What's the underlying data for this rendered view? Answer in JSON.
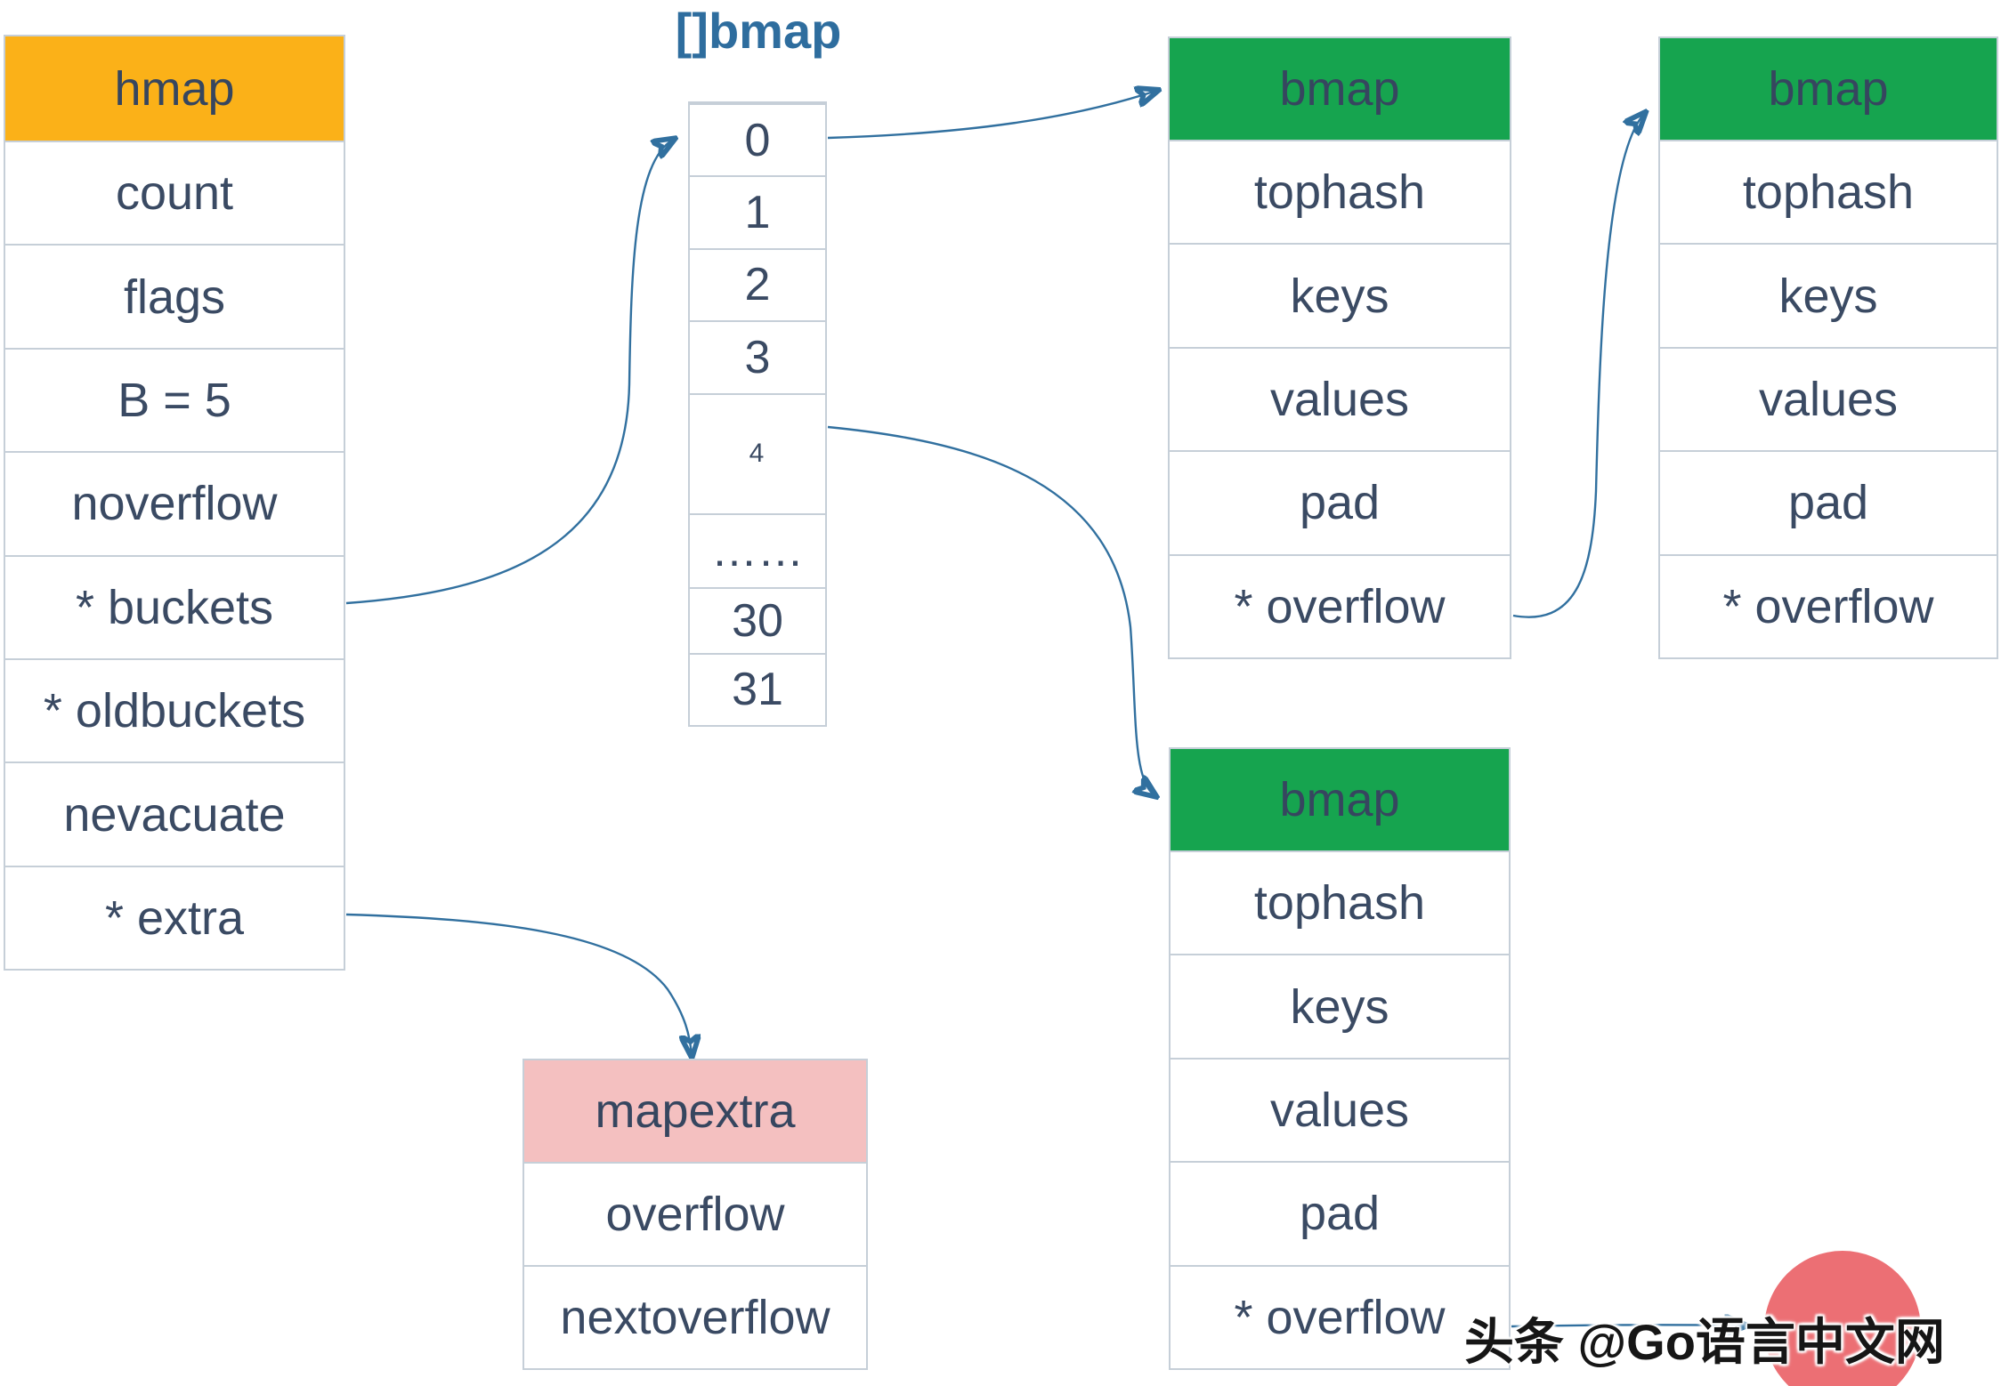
{
  "colors": {
    "orange_header": "#FBB118",
    "green_header": "#16A44F",
    "pink_header": "#F4C0C0",
    "title_blue": "#2E6D9E",
    "text_navy": "#3A4A63",
    "border_gray": "#C6CFD8",
    "arrow_blue": "#31709F",
    "watermark_red": "#EC6F74"
  },
  "array_title": "[]bmap",
  "tables": {
    "hmap": {
      "title": "hmap",
      "rows": [
        "count",
        "flags",
        "B = 5",
        "noverflow",
        "* buckets",
        "* oldbuckets",
        "nevacuate",
        "* extra"
      ]
    },
    "bucket_array": {
      "cells": [
        "0",
        "1",
        "2",
        "3",
        "4",
        "……",
        "30",
        "31"
      ]
    },
    "bmap1": {
      "title": "bmap",
      "rows": [
        "tophash",
        "keys",
        "values",
        "pad",
        "* overflow"
      ]
    },
    "bmap2": {
      "title": "bmap",
      "rows": [
        "tophash",
        "keys",
        "values",
        "pad",
        "* overflow"
      ]
    },
    "bmap3": {
      "title": "bmap",
      "rows": [
        "tophash",
        "keys",
        "values",
        "pad",
        "* overflow"
      ]
    },
    "mapextra": {
      "title": "mapextra",
      "rows": [
        "overflow",
        "nextoverflow"
      ]
    }
  },
  "arrows": [
    {
      "name": "arrow-buckets-to-bucket-array",
      "from": "hmap.* buckets",
      "to": "bucket_array.0"
    },
    {
      "name": "arrow-bucket0-to-bmap1",
      "from": "bucket_array.0",
      "to": "bmap1.header"
    },
    {
      "name": "arrow-bucket4-to-bmap3",
      "from": "bucket_array.4",
      "to": "bmap3.header"
    },
    {
      "name": "arrow-bmap1-overflow-to-bmap2",
      "from": "bmap1.* overflow",
      "to": "bmap2.header"
    },
    {
      "name": "arrow-bmap3-overflow-right",
      "from": "bmap3.* overflow",
      "to": "next overflow bucket"
    },
    {
      "name": "arrow-extra-to-mapextra",
      "from": "hmap.* extra",
      "to": "mapextra.header"
    }
  ],
  "watermark": {
    "text": "头条 @Go语言中文网"
  }
}
